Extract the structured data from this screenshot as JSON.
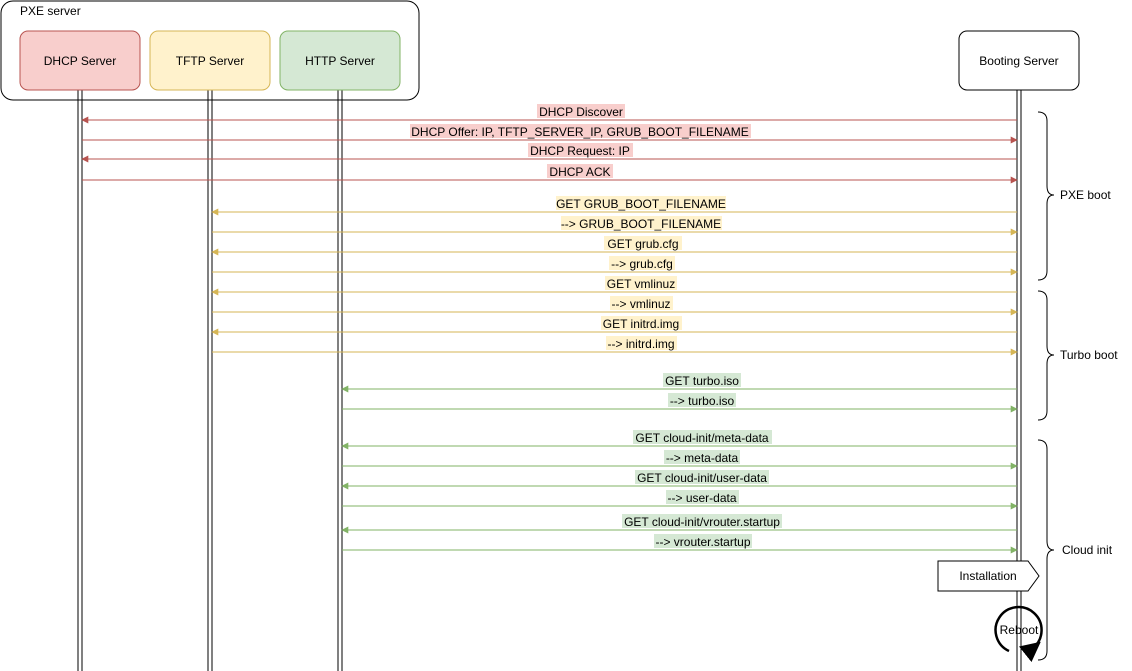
{
  "diagram": {
    "container_label": "PXE server",
    "actors": [
      {
        "id": "dhcp",
        "label": "DHCP Server",
        "fill": "#f8cecc",
        "stroke": "#b85450"
      },
      {
        "id": "tftp",
        "label": "TFTP Server",
        "fill": "#fff2cc",
        "stroke": "#d6b656"
      },
      {
        "id": "http",
        "label": "HTTP Server",
        "fill": "#d5e8d4",
        "stroke": "#82b366"
      },
      {
        "id": "boot",
        "label": "Booting Server",
        "fill": "#ffffff",
        "stroke": "#000000"
      }
    ],
    "messages": [
      {
        "label": "DHCP Discover",
        "from": "boot",
        "to": "dhcp",
        "color": "#b85450",
        "bg": "#f8cecc"
      },
      {
        "label": "DHCP Offer: IP, TFTP_SERVER_IP, GRUB_BOOT_FILENAME",
        "from": "dhcp",
        "to": "boot",
        "color": "#b85450",
        "bg": "#f8cecc"
      },
      {
        "label": "DHCP Request: IP",
        "from": "boot",
        "to": "dhcp",
        "color": "#b85450",
        "bg": "#f8cecc"
      },
      {
        "label": "DHCP ACK",
        "from": "dhcp",
        "to": "boot",
        "color": "#b85450",
        "bg": "#f8cecc"
      },
      {
        "label": "GET GRUB_BOOT_FILENAME",
        "from": "boot",
        "to": "tftp",
        "color": "#d6b656",
        "bg": "#fff2cc"
      },
      {
        "label": "--> GRUB_BOOT_FILENAME",
        "from": "tftp",
        "to": "boot",
        "color": "#d6b656",
        "bg": "#fff2cc"
      },
      {
        "label": "GET grub.cfg",
        "from": "boot",
        "to": "tftp",
        "color": "#d6b656",
        "bg": "#fff2cc"
      },
      {
        "label": "--> grub.cfg",
        "from": "tftp",
        "to": "boot",
        "color": "#d6b656",
        "bg": "#fff2cc"
      },
      {
        "label": "GET vmlinuz",
        "from": "boot",
        "to": "tftp",
        "color": "#d6b656",
        "bg": "#fff2cc"
      },
      {
        "label": "--> vmlinuz",
        "from": "tftp",
        "to": "boot",
        "color": "#d6b656",
        "bg": "#fff2cc"
      },
      {
        "label": "GET initrd.img",
        "from": "boot",
        "to": "tftp",
        "color": "#d6b656",
        "bg": "#fff2cc"
      },
      {
        "label": "--> initrd.img",
        "from": "tftp",
        "to": "boot",
        "color": "#d6b656",
        "bg": "#fff2cc"
      },
      {
        "label": "GET turbo.iso",
        "from": "boot",
        "to": "http",
        "color": "#82b366",
        "bg": "#d5e8d4"
      },
      {
        "label": "--> turbo.iso",
        "from": "http",
        "to": "boot",
        "color": "#82b366",
        "bg": "#d5e8d4"
      },
      {
        "label": "GET cloud-init/meta-data",
        "from": "boot",
        "to": "http",
        "color": "#82b366",
        "bg": "#d5e8d4"
      },
      {
        "label": "--> meta-data",
        "from": "http",
        "to": "boot",
        "color": "#82b366",
        "bg": "#d5e8d4"
      },
      {
        "label": "GET cloud-init/user-data",
        "from": "boot",
        "to": "http",
        "color": "#82b366",
        "bg": "#d5e8d4"
      },
      {
        "label": "--> user-data",
        "from": "http",
        "to": "boot",
        "color": "#82b366",
        "bg": "#d5e8d4"
      },
      {
        "label": "GET cloud-init/vrouter.startup",
        "from": "boot",
        "to": "http",
        "color": "#82b366",
        "bg": "#d5e8d4"
      },
      {
        "label": "--> vrouter.startup",
        "from": "http",
        "to": "boot",
        "color": "#82b366",
        "bg": "#d5e8d4"
      }
    ],
    "groups": [
      {
        "label": "PXE boot"
      },
      {
        "label": "Turbo boot"
      },
      {
        "label": "Cloud init"
      }
    ],
    "installation_label": "Installation",
    "reboot_label": "Reboot"
  }
}
